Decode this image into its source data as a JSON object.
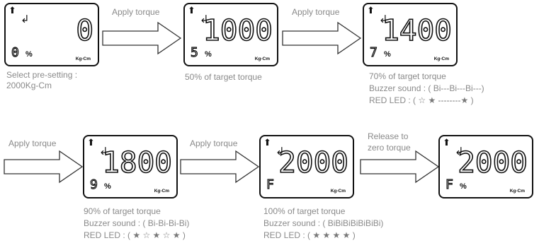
{
  "panels": [
    {
      "reading": "0",
      "percent": "0",
      "pct_sym": "%",
      "unit": "Kg-Cm",
      "up_icon": "up-arrow-icon",
      "dir_icon": "return-arrow-icon"
    },
    {
      "reading": "1000",
      "percent": "5",
      "pct_sym": "%",
      "unit": "Kg-Cm",
      "up_icon": "up-arrow-icon",
      "dir_icon": "return-arrow-icon"
    },
    {
      "reading": "1400",
      "percent": "7",
      "pct_sym": "%",
      "unit": "Kg-Cm",
      "up_icon": "up-arrow-icon",
      "dir_icon": "return-arrow-icon"
    },
    {
      "reading": "1800",
      "percent": "9",
      "pct_sym": "%",
      "unit": "Kg-Cm",
      "up_icon": "up-arrow-icon",
      "dir_icon": "return-arrow-icon"
    },
    {
      "reading": "2000",
      "percent": "F",
      "pct_sym": "",
      "unit": "Kg-Cm",
      "up_icon": "up-arrow-icon",
      "dir_icon": "return-arrow-icon"
    },
    {
      "reading": "2000",
      "percent": "F",
      "pct_sym": "%",
      "unit": "Kg-Cm",
      "up_icon": "up-arrow-icon",
      "dir_icon": "return-arrow-icon"
    }
  ],
  "arrows": [
    {
      "label": "Apply torque"
    },
    {
      "label": "Apply torque"
    },
    {
      "label": "Apply torque"
    },
    {
      "label": "Apply torque"
    },
    {
      "label_line1": "Release to",
      "label_line2": "zero torque"
    }
  ],
  "captions": {
    "p1_line1": "Select pre-setting :",
    "p1_line2": "2000Kg-Cm",
    "p2_line1": "50% of target torque",
    "p3_line1": "70% of target torque",
    "p3_line2": "Buzzer sound : ( Bi---Bi---Bi---)",
    "p3_led_prefix": "RED LED : (",
    "p3_led_stars": "☆ ★ --------★",
    "p3_led_suffix": ")",
    "p4_line1": "90% of target torque",
    "p4_line2": "Buzzer sound : ( Bi-Bi-Bi-Bi)",
    "p4_led_prefix": "RED LED : (",
    "p4_led_stars": "★ ☆ ★ ☆ ★",
    "p4_led_suffix": ")",
    "p5_line1": "100% of target torque",
    "p5_line2": "Buzzer sound : ( BiBiBiBiBiBiBi)",
    "p5_led_prefix": "RED LED : (",
    "p5_led_stars": "★ ★ ★ ★",
    "p5_led_suffix": ")"
  },
  "colors": {
    "panel_border": "#111111",
    "caption_text": "#8a8a8a",
    "arrow_stroke": "#333333"
  }
}
